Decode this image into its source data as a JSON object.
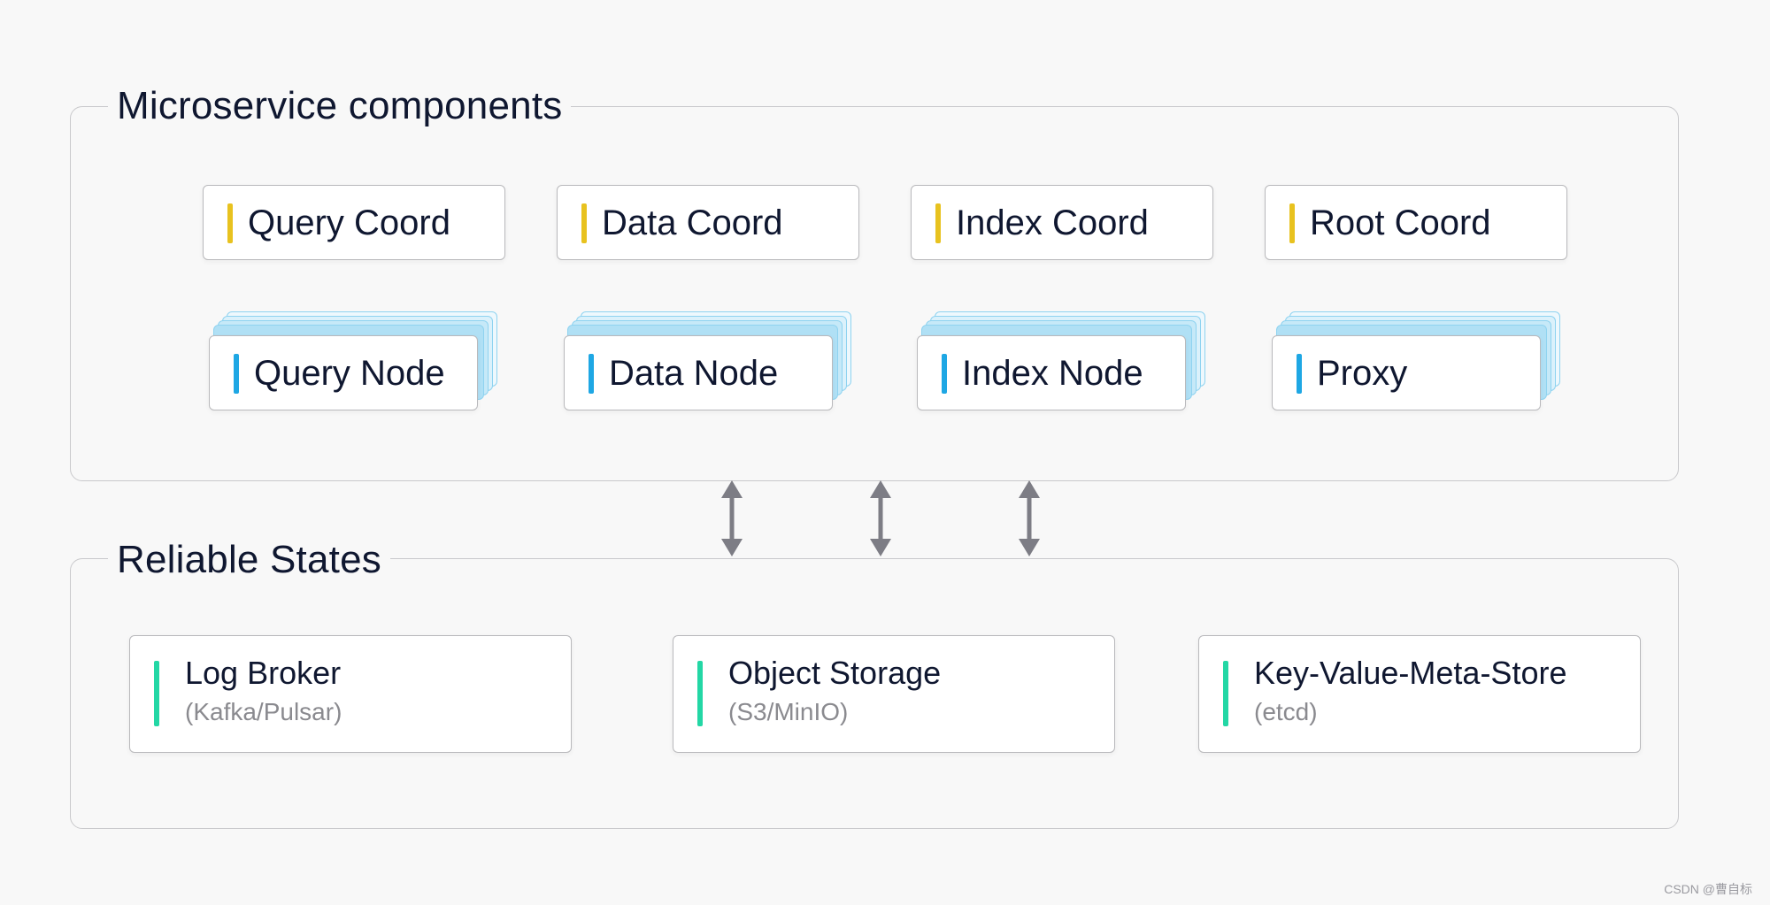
{
  "microservice": {
    "title": "Microservice components",
    "coords": [
      "Query Coord",
      "Data Coord",
      "Index Coord",
      "Root Coord"
    ],
    "nodes": [
      "Query Node",
      "Data Node",
      "Index Node",
      "Proxy"
    ]
  },
  "reliable": {
    "title": "Reliable States",
    "items": [
      {
        "title": "Log Broker",
        "subtitle": "(Kafka/Pulsar)"
      },
      {
        "title": "Object Storage",
        "subtitle": "(S3/MinIO)"
      },
      {
        "title": "Key-Value-Meta-Store",
        "subtitle": "(etcd)"
      }
    ]
  },
  "colors": {
    "coord_accent": "#e8c21f",
    "node_accent": "#1ea7e4",
    "state_accent": "#23d7a5",
    "arrow": "#7d7d85"
  },
  "watermark": "CSDN @曹自标"
}
